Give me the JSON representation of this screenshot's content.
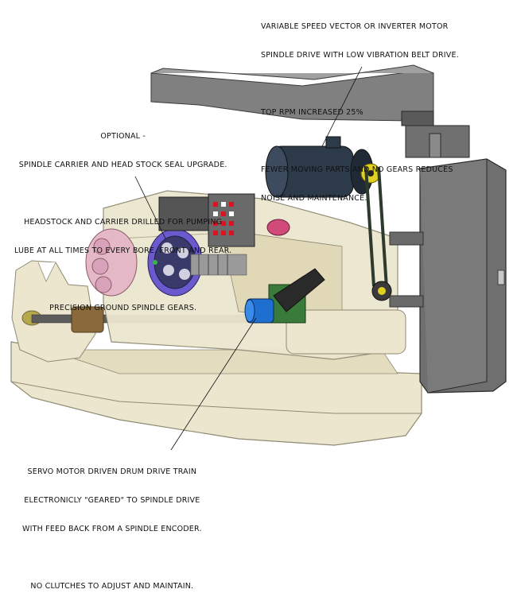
{
  "callouts": {
    "motor_drive": {
      "lines": [
        "VARIABLE SPEED VECTOR OR INVERTER MOTOR",
        "SPINDLE DRIVE WITH LOW VIBRATION BELT DRIVE.",
        "",
        "TOP RPM INCREASED 25%",
        "",
        "FEWER MOVING PARTS AND NO GEARS REDUCES",
        "NOISE AND MAINTENANCE."
      ]
    },
    "spindle_carrier": {
      "lines": [
        "OPTIONAL -",
        "SPINDLE CARRIER AND HEAD STOCK SEAL UPGRADE.",
        "",
        "HEADSTOCK AND CARRIER DRILLED FOR PUMPING",
        "LUBE AT ALL TIMES TO EVERY BORE, FRONT AND REAR.",
        "",
        "PRECISION GROUND SPINDLE GEARS."
      ]
    },
    "servo_drum": {
      "lines": [
        "SERVO MOTOR DRIVEN DRUM DRIVE TRAIN",
        "ELECTRONICLY \"GEARED\" TO SPINDLE DRIVE",
        "WITH FEED BACK FROM A SPINDLE ENCODER.",
        "",
        "NO CLUTCHES TO ADJUST AND MAINTAIN."
      ]
    }
  },
  "colors": {
    "casting": "#ece6cf",
    "casting_edge": "#8f8a73",
    "cabinet": "#6f6f6f",
    "motor": "#2d3a4a",
    "servo": "#1f6fd0",
    "spindle_gear": "#6a5acd",
    "bracket": "#3a7a3a"
  }
}
